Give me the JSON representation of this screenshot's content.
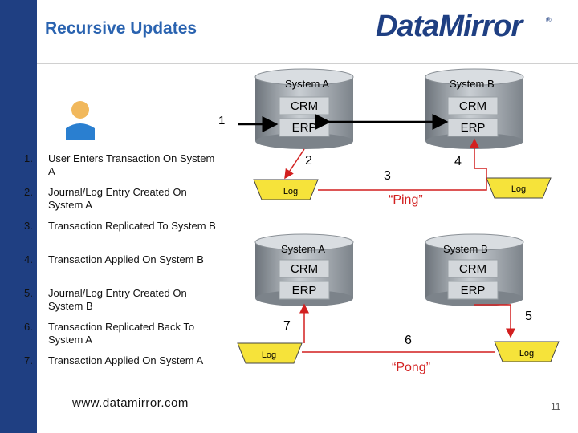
{
  "title": "Recursive Updates",
  "logo": "DataMirror",
  "logo_mark": "®",
  "steps": [
    {
      "num": "1.",
      "text": "User Enters Transaction On System A"
    },
    {
      "num": "2.",
      "text": "Journal/Log Entry Created On System A"
    },
    {
      "num": "3.",
      "text": "Transaction Replicated To System B"
    },
    {
      "num": "4.",
      "text": "Transaction Applied On System B"
    },
    {
      "num": "5.",
      "text": "Journal/Log Entry Created On System B"
    },
    {
      "num": "6.",
      "text": "Transaction Replicated Back To System A"
    },
    {
      "num": "7.",
      "text": "Transaction Applied On System A"
    }
  ],
  "top_diagram": {
    "system_a": "System A",
    "system_b": "System B",
    "crm": "CRM",
    "erp": "ERP",
    "log": "Log",
    "ping": "“Ping”",
    "step_1": "1",
    "step_2": "2",
    "step_3": "3",
    "step_4": "4"
  },
  "bottom_diagram": {
    "system_a": "System A",
    "system_b": "System B",
    "crm": "CRM",
    "erp": "ERP",
    "log": "Log",
    "pong": "“Pong”",
    "step_5": "5",
    "step_6": "6",
    "step_7": "7"
  },
  "footer_url": "www.datamirror.com",
  "page_number": "11",
  "colors": {
    "brand_blue": "#1f3f82",
    "title_blue": "#2a63b0",
    "log_yellow": "#f6e33a",
    "replication_red": "#d21f1f",
    "cylinder_gray": "#9aa0a6"
  }
}
